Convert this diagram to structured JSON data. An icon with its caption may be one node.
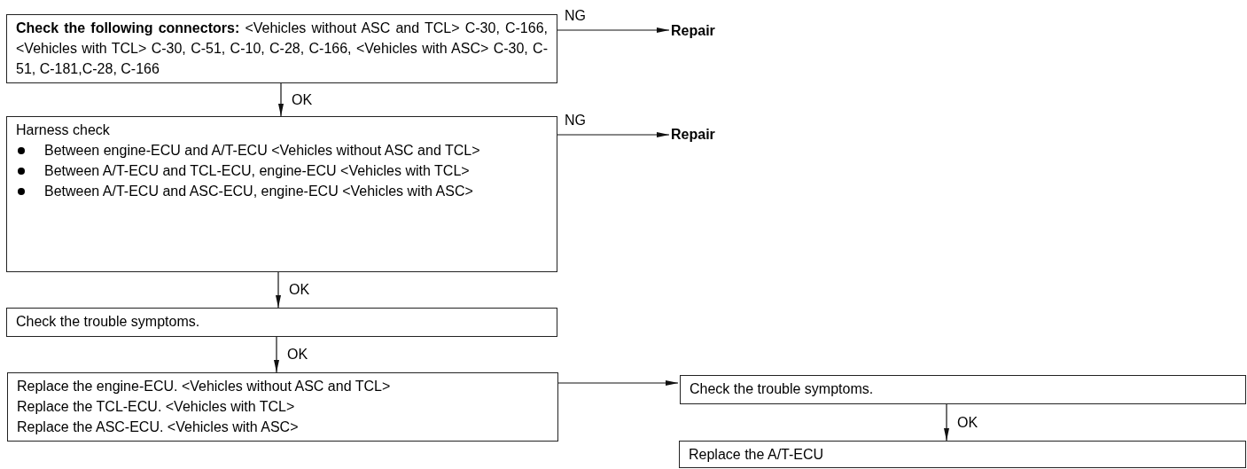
{
  "diagram": {
    "nodes": [
      {
        "text": [
          "**Check the following connectors:** <Vehicles without ASC and TCL> C-30, C-166, <Vehicles with TCL> C-30, C-51, C-10, C-28, C-166, <Vehicles with ASC> C-30, C-51, C-181,C-28, C-166"
        ]
      },
      {
        "text": [
          "Repair"
        ]
      },
      {
        "text": [
          "Harness check",
          "Between engine-ECU and A/T-ECU <Vehicles without ASC and TCL>",
          "Between A/T-ECU and TCL-ECU, engine-ECU <Vehicles with TCL>",
          "Between A/T-ECU and ASC-ECU, engine-ECU <Vehicles with ASC>"
        ]
      },
      {
        "text": [
          "Repair"
        ]
      },
      {
        "text": [
          "Check the trouble symptoms."
        ]
      },
      {
        "text": [
          "Replace the engine-ECU. <Vehicles without ASC and TCL>",
          "Replace the TCL-ECU. <Vehicles with TCL>",
          "Replace the ASC-ECU. <Vehicles with ASC>"
        ]
      },
      {
        "text": [
          "Check the trouble symptoms."
        ]
      },
      {
        "text": [
          "Replace the A/T-ECU"
        ]
      }
    ],
    "edges": [
      {
        "from": 0,
        "to": 1,
        "arrow": "to",
        "label": "NG"
      },
      {
        "from": 0,
        "to": 2,
        "arrow": "to",
        "label": "OK"
      },
      {
        "from": 2,
        "to": 3,
        "arrow": "to",
        "label": "NG"
      },
      {
        "from": 2,
        "to": 4,
        "arrow": "to",
        "label": "OK"
      },
      {
        "from": 4,
        "to": 5,
        "arrow": "to",
        "label": "OK"
      },
      {
        "from": 5,
        "to": 6,
        "arrow": "to"
      },
      {
        "from": 6,
        "to": 7,
        "arrow": "to",
        "label": "OK"
      }
    ]
  }
}
